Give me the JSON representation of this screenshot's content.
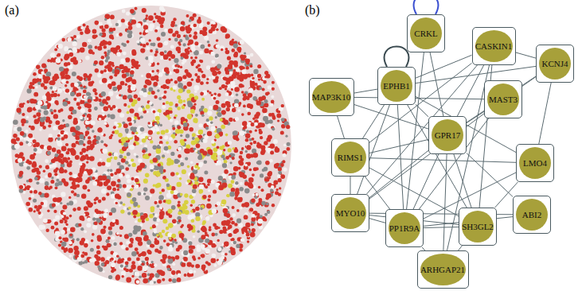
{
  "diagram": {
    "nodes": [
      {
        "text": [
          "CRKL"
        ]
      },
      {
        "text": [
          "CASKIN1"
        ]
      },
      {
        "text": [
          "KCNJ4"
        ]
      },
      {
        "text": [
          "EPHB1"
        ]
      },
      {
        "text": [
          "MAP3K10"
        ]
      },
      {
        "text": [
          "MAST3"
        ]
      },
      {
        "text": [
          "GPR17"
        ]
      },
      {
        "text": [
          "RIMS1"
        ]
      },
      {
        "text": [
          "LMO4"
        ]
      },
      {
        "text": [
          "ABI2"
        ]
      },
      {
        "text": [
          "MYO10"
        ]
      },
      {
        "text": [
          "PP1R9A"
        ]
      },
      {
        "text": [
          "SH3GL2"
        ]
      },
      {
        "text": [
          "ARHGAP21"
        ]
      }
    ],
    "edges": [
      {
        "from": 0,
        "to": 0,
        "arrow": "none"
      },
      {
        "from": 3,
        "to": 3,
        "arrow": "none"
      },
      {
        "from": 0,
        "to": 6,
        "arrow": "none"
      },
      {
        "from": 0,
        "to": 11,
        "arrow": "none"
      },
      {
        "from": 1,
        "to": 2,
        "arrow": "none"
      },
      {
        "from": 1,
        "to": 3,
        "arrow": "none"
      },
      {
        "from": 1,
        "to": 6,
        "arrow": "none"
      },
      {
        "from": 1,
        "to": 7,
        "arrow": "none"
      },
      {
        "from": 1,
        "to": 10,
        "arrow": "none"
      },
      {
        "from": 1,
        "to": 12,
        "arrow": "none"
      },
      {
        "from": 1,
        "to": 13,
        "arrow": "none"
      },
      {
        "from": 2,
        "to": 5,
        "arrow": "none"
      },
      {
        "from": 2,
        "to": 8,
        "arrow": "none"
      },
      {
        "from": 2,
        "to": 6,
        "arrow": "none"
      },
      {
        "from": 2,
        "to": 3,
        "arrow": "none"
      },
      {
        "from": 3,
        "to": 4,
        "arrow": "none"
      },
      {
        "from": 3,
        "to": 6,
        "arrow": "none"
      },
      {
        "from": 3,
        "to": 7,
        "arrow": "none"
      },
      {
        "from": 3,
        "to": 10,
        "arrow": "none"
      },
      {
        "from": 3,
        "to": 11,
        "arrow": "none"
      },
      {
        "from": 3,
        "to": 12,
        "arrow": "none"
      },
      {
        "from": 3,
        "to": 8,
        "arrow": "none"
      },
      {
        "from": 4,
        "to": 6,
        "arrow": "none"
      },
      {
        "from": 4,
        "to": 7,
        "arrow": "none"
      },
      {
        "from": 4,
        "to": 5,
        "arrow": "none"
      },
      {
        "from": 5,
        "to": 6,
        "arrow": "none"
      },
      {
        "from": 5,
        "to": 10,
        "arrow": "none"
      },
      {
        "from": 5,
        "to": 11,
        "arrow": "none"
      },
      {
        "from": 6,
        "to": 7,
        "arrow": "none"
      },
      {
        "from": 6,
        "to": 10,
        "arrow": "none"
      },
      {
        "from": 6,
        "to": 11,
        "arrow": "none"
      },
      {
        "from": 6,
        "to": 12,
        "arrow": "none"
      },
      {
        "from": 6,
        "to": 9,
        "arrow": "none"
      },
      {
        "from": 6,
        "to": 13,
        "arrow": "none"
      },
      {
        "from": 7,
        "to": 10,
        "arrow": "none"
      },
      {
        "from": 7,
        "to": 11,
        "arrow": "none"
      },
      {
        "from": 7,
        "to": 8,
        "arrow": "none"
      },
      {
        "from": 8,
        "to": 11,
        "arrow": "none"
      },
      {
        "from": 8,
        "to": 12,
        "arrow": "none"
      },
      {
        "from": 9,
        "to": 11,
        "arrow": "none"
      },
      {
        "from": 9,
        "to": 10,
        "arrow": "none"
      },
      {
        "from": 10,
        "to": 11,
        "arrow": "none"
      },
      {
        "from": 11,
        "to": 12,
        "arrow": "none"
      },
      {
        "from": 12,
        "to": 13,
        "arrow": "none"
      },
      {
        "from": 11,
        "to": 13,
        "arrow": "none"
      },
      {
        "from": 7,
        "to": 12,
        "arrow": "none"
      },
      {
        "from": 10,
        "to": 12,
        "arrow": "none"
      }
    ],
    "labels": [
      "(a)",
      "(b)"
    ]
  }
}
